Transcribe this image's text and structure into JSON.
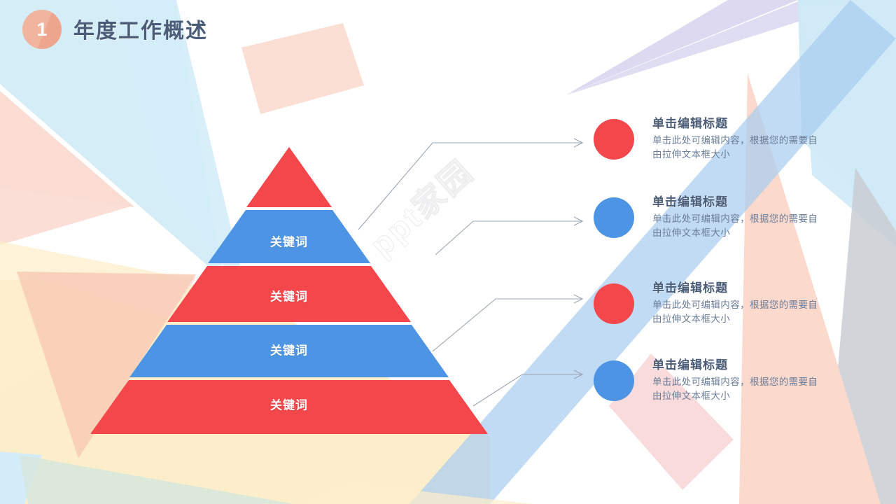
{
  "slide": {
    "badge_number": "1",
    "title": "年度工作概述",
    "watermark": "ppt家园"
  },
  "pyramid": {
    "levels": [
      {
        "label": "",
        "color": "#f4474b"
      },
      {
        "label": "关键词",
        "color": "#4d95e4"
      },
      {
        "label": "关键词",
        "color": "#f4474b"
      },
      {
        "label": "关键词",
        "color": "#4d95e4"
      },
      {
        "label": "关键词",
        "color": "#f4474b"
      }
    ]
  },
  "items": [
    {
      "title": "单击编辑标题",
      "body": "单击此处可编辑内容，根据您的需要自由拉伸文本框大小",
      "dot_color": "#f4474b"
    },
    {
      "title": "单击编辑标题",
      "body": "单击此处可编辑内容，根据您的需要自由拉伸文本框大小",
      "dot_color": "#4d95e4"
    },
    {
      "title": "单击编辑标题",
      "body": "单击此处可编辑内容，根据您的需要自由拉伸文本框大小",
      "dot_color": "#f4474b"
    },
    {
      "title": "单击编辑标题",
      "body": "单击此处可编辑内容，根据您的需要自由拉伸文本框大小",
      "dot_color": "#4d95e4"
    }
  ],
  "colors": {
    "red": "#f4474b",
    "blue": "#4d95e4",
    "badge": "#eda68d",
    "title_text": "#4a5c78",
    "body_text": "#6b7d99",
    "connector": "#9aa5b5",
    "bg_light_blue": "#cdeaf6",
    "bg_pale_blue": "#d9eefa",
    "bg_pink": "#fadfd8",
    "bg_peach": "#f8cdb6",
    "bg_cream": "#fdeecb",
    "bg_lavender": "#dcd9f0",
    "bg_mint": "#d6e8dd",
    "bg_grey": "#c9ccd2",
    "bg_salmon": "#fbd9cd",
    "bg_band_blue": "#a9cdf0"
  }
}
